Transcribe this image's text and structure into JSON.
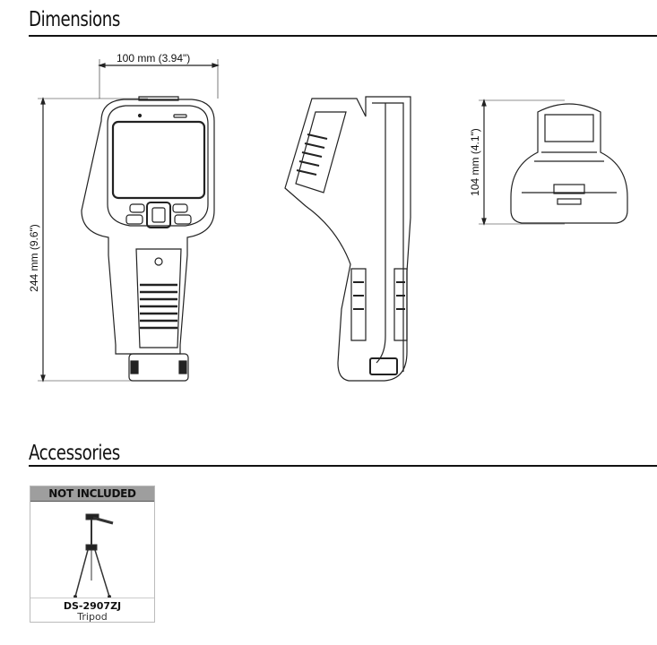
{
  "dimensions": {
    "title": "Dimensions",
    "width_label": "100 mm (3.94\")",
    "height_label": "244 mm (9.6\")",
    "depth_label": "104 mm (4.1\")"
  },
  "accessories": {
    "title": "Accessories",
    "items": [
      {
        "badge": "NOT INCLUDED",
        "code": "DS-2907ZJ",
        "name": "Tripod",
        "icon": "tripod-icon"
      }
    ]
  }
}
